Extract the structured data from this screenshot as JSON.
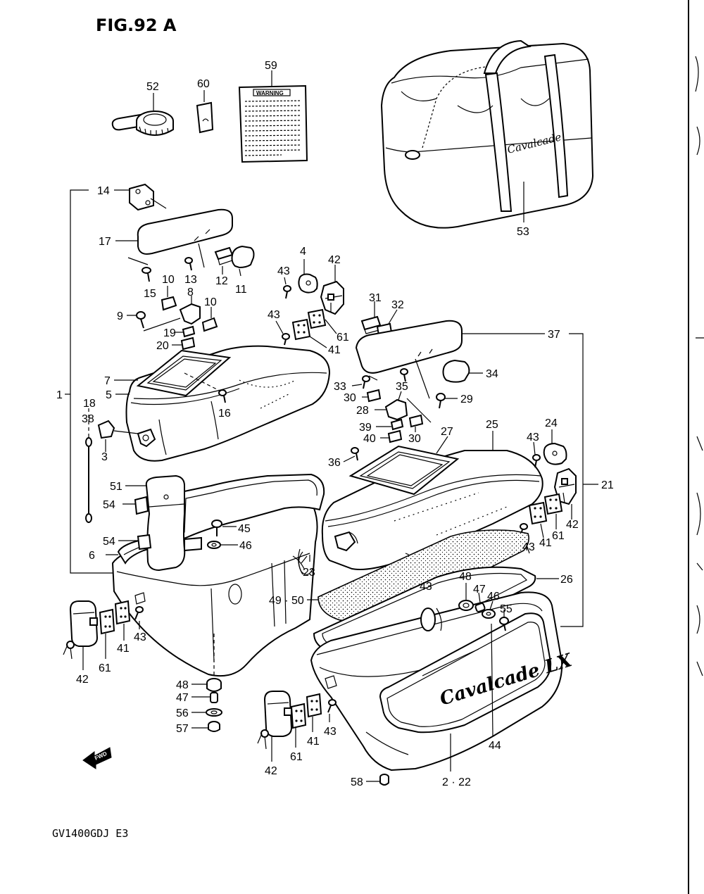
{
  "figure": {
    "title": "FIG.92 A",
    "model_code": "GV1400GDJ E3",
    "warning_label_text": "WARNING",
    "bag_script": "Cavalcade",
    "lid_script": "Cavalcade LX",
    "fwd_arrow_text": "FWD"
  },
  "labels": {
    "p59": "59",
    "p52": "52",
    "p60": "60",
    "p53": "53",
    "p14": "14",
    "p17": "17",
    "p15": "15",
    "p13": "13",
    "p12": "12",
    "p11": "11",
    "p10a": "10",
    "p10b": "10",
    "p8": "8",
    "p9": "9",
    "p19": "19",
    "p20": "20",
    "p7": "7",
    "p5": "5",
    "p16": "16",
    "p1": "1",
    "p4": "4",
    "p42a": "42",
    "p43a": "43",
    "p43b": "43",
    "p61a": "61",
    "p41a": "41",
    "p31": "31",
    "p32": "32",
    "p37": "37",
    "p33": "33",
    "p34": "34",
    "p35": "35",
    "p30a": "30",
    "p29": "29",
    "p28": "28",
    "p39": "39",
    "p30b": "30",
    "p40": "40",
    "p27": "27",
    "p25": "25",
    "p24": "24",
    "p43c": "43",
    "p36": "36",
    "p21": "21",
    "p18": "18",
    "p38": "38",
    "p3": "3",
    "p51": "51",
    "p54a": "54",
    "p45": "45",
    "p54b": "54",
    "p46a": "46",
    "p6": "6",
    "p23": "23",
    "p43d": "43",
    "p41b": "41",
    "p61b": "61",
    "p42b": "42",
    "p43e": "43",
    "p48a": "48",
    "p47a": "47",
    "p46b": "46",
    "p55": "55",
    "p26": "26",
    "p49_50": "49 · 50",
    "p42c": "42",
    "p61c": "61",
    "p41c": "41",
    "p43f": "43",
    "p48b": "48",
    "p47b": "47",
    "p56": "56",
    "p57": "57",
    "p41d": "41",
    "p43g": "43",
    "p61d": "61",
    "p42d": "42",
    "p44": "44",
    "p58": "58",
    "p2_22": "2 · 22"
  }
}
